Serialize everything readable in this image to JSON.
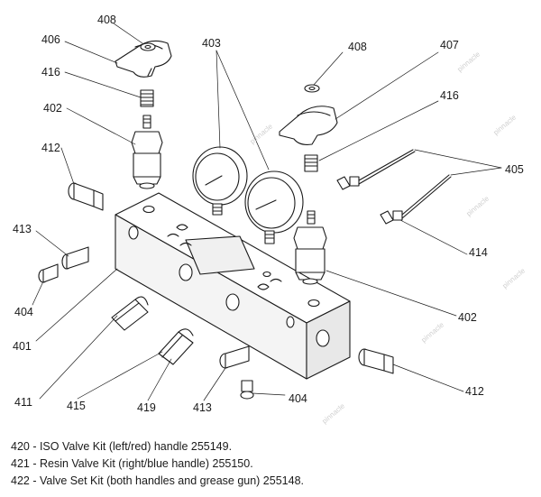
{
  "callouts": {
    "c408_left": "408",
    "c406": "406",
    "c416_left": "416",
    "c402_left": "402",
    "c412_left": "412",
    "c413_left": "413",
    "c404_left": "404",
    "c401": "401",
    "c411": "411",
    "c415": "415",
    "c419": "419",
    "c413_bottom": "413",
    "c404_bottom": "404",
    "c403": "403",
    "c408_right": "408",
    "c407": "407",
    "c416_right": "416",
    "c405": "405",
    "c414": "414",
    "c402_right": "402",
    "c412_right": "412"
  },
  "kits": [
    "420 - ISO Valve Kit (left/red) handle 255149.",
    "421 - Resin Valve Kit (right/blue handle) 255150.",
    "422 - Valve Set Kit (both handles and grease gun) 255148."
  ],
  "watermark": "pinnacle"
}
